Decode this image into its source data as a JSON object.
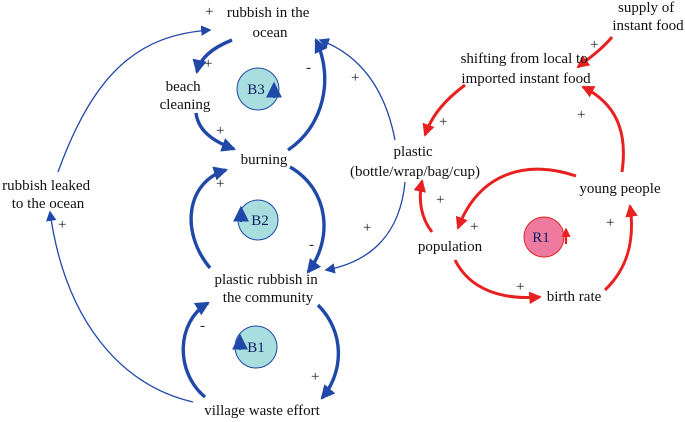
{
  "colors": {
    "blue": "#2048a8",
    "red": "#e82020",
    "balance_fill": "#a9dede",
    "reinforce_fill": "#ee7aa0"
  },
  "nodes": {
    "rubbish_ocean": [
      "rubbish in the",
      "ocean"
    ],
    "beach_cleaning": [
      "beach",
      "cleaning"
    ],
    "burning": [
      "burning"
    ],
    "plastic_community": [
      "plastic rubbish in",
      "the community"
    ],
    "village_waste": [
      "village waste effort"
    ],
    "rubbish_leaked": [
      "rubbish leaked",
      "to the ocean"
    ],
    "plastic": [
      "plastic",
      "(bottle/wrap/bag/cup)"
    ],
    "shifting": [
      "shifting from local to",
      "imported instant food"
    ],
    "supply": [
      "supply of",
      "instant food"
    ],
    "young_people": [
      "young people"
    ],
    "population": [
      "population"
    ],
    "birth_rate": [
      "birth rate"
    ]
  },
  "loops": {
    "b3": "B3",
    "b2": "B2",
    "b1": "B1",
    "r1": "R1"
  },
  "links": [
    {
      "id": "leaked-to-ocean",
      "color": "blue",
      "sign": "+"
    },
    {
      "id": "ocean-to-beach",
      "color": "blue",
      "sign": "+"
    },
    {
      "id": "beach-to-burning",
      "color": "blue",
      "sign": "+"
    },
    {
      "id": "burning-to-ocean",
      "color": "blue",
      "sign": "-"
    },
    {
      "id": "burning-to-community",
      "color": "blue",
      "sign": "-"
    },
    {
      "id": "community-to-burning",
      "color": "blue",
      "sign": "+"
    },
    {
      "id": "community-to-village",
      "color": "blue",
      "sign": "+"
    },
    {
      "id": "village-to-community",
      "color": "blue",
      "sign": "-"
    },
    {
      "id": "village-to-leaked",
      "color": "blue",
      "sign": "+"
    },
    {
      "id": "plastic-to-ocean",
      "color": "blue",
      "sign": "+"
    },
    {
      "id": "plastic-to-community",
      "color": "blue",
      "sign": "+"
    },
    {
      "id": "supply-to-shifting",
      "color": "red",
      "sign": "+"
    },
    {
      "id": "shifting-to-plastic",
      "color": "red",
      "sign": "+"
    },
    {
      "id": "population-to-plastic",
      "color": "red",
      "sign": "+"
    },
    {
      "id": "young-to-shifting",
      "color": "red",
      "sign": "+"
    },
    {
      "id": "young-to-population",
      "color": "red",
      "sign": "+"
    },
    {
      "id": "population-to-birth",
      "color": "red",
      "sign": "+"
    },
    {
      "id": "birth-to-young",
      "color": "red",
      "sign": "+"
    }
  ]
}
